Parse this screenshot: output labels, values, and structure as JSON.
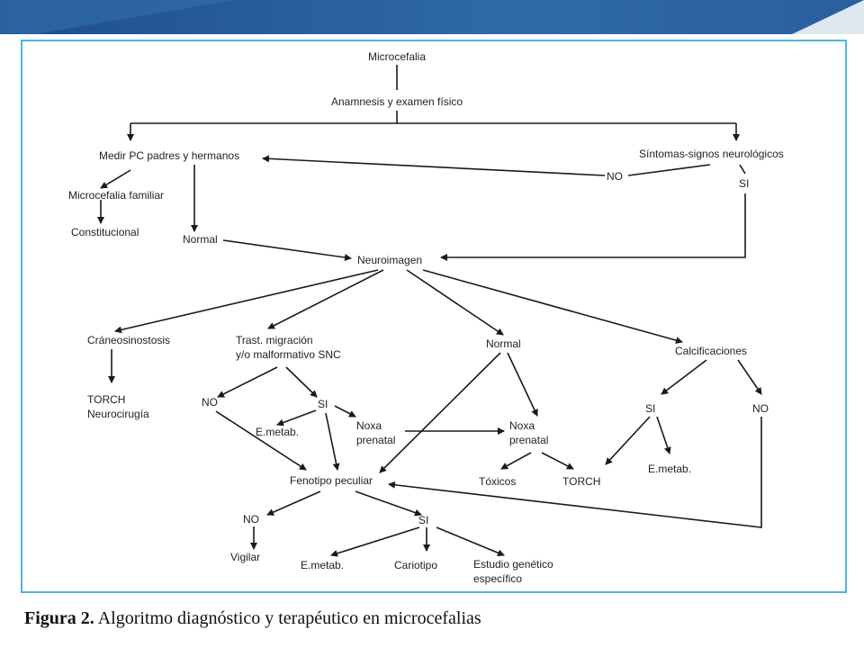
{
  "theme": {
    "banner_color": "#2a5f9e",
    "banner_light": "#3a78b8",
    "frame_color": "#4fb3dd"
  },
  "nodes": {
    "microcefalia": "Microcefalia",
    "anamnesis": "Anamnesis y examen físico",
    "medir_pc": "Medir PC padres y hermanos",
    "sintomas": "Síntomas-signos neurológicos",
    "no_top": "NO",
    "si_top": "SI",
    "micro_familiar": "Microcefalia familiar",
    "constitucional": "Constitucional",
    "normal_left": "Normal",
    "neuroimagen": "Neuroimagen",
    "craneosinostosis": "Cráneosinostosis",
    "torch_neuro_1": "TORCH",
    "torch_neuro_2": "Neurocirugía",
    "trast_1": "Trast. migración",
    "trast_2": "y/o malformativo SNC",
    "normal_mid": "Normal",
    "calcificaciones": "Calcificaciones",
    "no_trast": "NO",
    "si_trast": "SI",
    "emetab_trast": "E.metab.",
    "noxa_left_1": "Noxa",
    "noxa_left_2": "prenatal",
    "noxa_right_1": "Noxa",
    "noxa_right_2": "prenatal",
    "si_calc": "SI",
    "no_calc": "NO",
    "emetab_calc": "E.metab.",
    "toxicos": "Tóxicos",
    "torch_mid": "TORCH",
    "fenotipo": "Fenotipo peculiar",
    "no_feno": "NO",
    "si_feno": "SI",
    "vigilar": "Vigilar",
    "emetab_feno": "E.metab.",
    "cariotipo": "Cariotipo",
    "estudio_1": "Estudio genético",
    "estudio_2": "específico"
  },
  "caption": {
    "label": "Figura 2.",
    "text": "Algoritmo diagnóstico y terapéutico en microcefalias"
  }
}
